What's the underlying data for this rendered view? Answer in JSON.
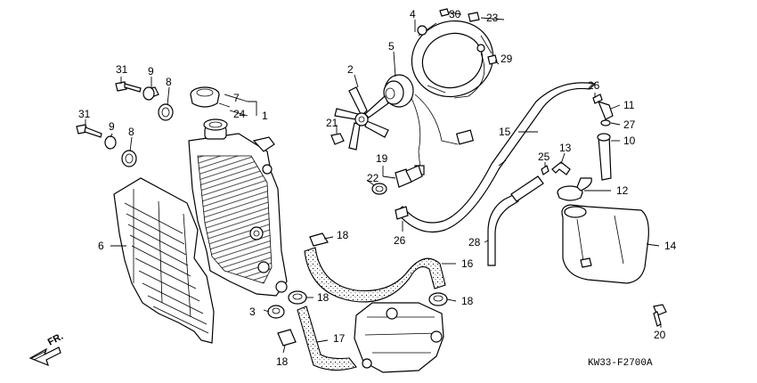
{
  "diagram_code": "KW33-F2700A",
  "direction_label": "FR.",
  "parts": [
    {
      "id": "p1",
      "label": "1"
    },
    {
      "id": "p2",
      "label": "2"
    },
    {
      "id": "p3",
      "label": "3"
    },
    {
      "id": "p4",
      "label": "4"
    },
    {
      "id": "p5",
      "label": "5"
    },
    {
      "id": "p6",
      "label": "6"
    },
    {
      "id": "p7",
      "label": "7"
    },
    {
      "id": "p8a",
      "label": "8"
    },
    {
      "id": "p8b",
      "label": "8"
    },
    {
      "id": "p9a",
      "label": "9"
    },
    {
      "id": "p9b",
      "label": "9"
    },
    {
      "id": "p10",
      "label": "10"
    },
    {
      "id": "p11",
      "label": "11"
    },
    {
      "id": "p12",
      "label": "12"
    },
    {
      "id": "p13",
      "label": "13"
    },
    {
      "id": "p14",
      "label": "14"
    },
    {
      "id": "p15",
      "label": "15"
    },
    {
      "id": "p16",
      "label": "16"
    },
    {
      "id": "p17",
      "label": "17"
    },
    {
      "id": "p18a",
      "label": "18"
    },
    {
      "id": "p18b",
      "label": "18"
    },
    {
      "id": "p18c",
      "label": "18"
    },
    {
      "id": "p18d",
      "label": "18"
    },
    {
      "id": "p19",
      "label": "19"
    },
    {
      "id": "p20",
      "label": "20"
    },
    {
      "id": "p21",
      "label": "21"
    },
    {
      "id": "p22",
      "label": "22"
    },
    {
      "id": "p23",
      "label": "23"
    },
    {
      "id": "p24",
      "label": "24"
    },
    {
      "id": "p25",
      "label": "25"
    },
    {
      "id": "p26a",
      "label": "26"
    },
    {
      "id": "p26b",
      "label": "26"
    },
    {
      "id": "p27",
      "label": "27"
    },
    {
      "id": "p28",
      "label": "28"
    },
    {
      "id": "p29",
      "label": "29"
    },
    {
      "id": "p30",
      "label": "30"
    },
    {
      "id": "p31a",
      "label": "31"
    },
    {
      "id": "p31b",
      "label": "31"
    }
  ]
}
